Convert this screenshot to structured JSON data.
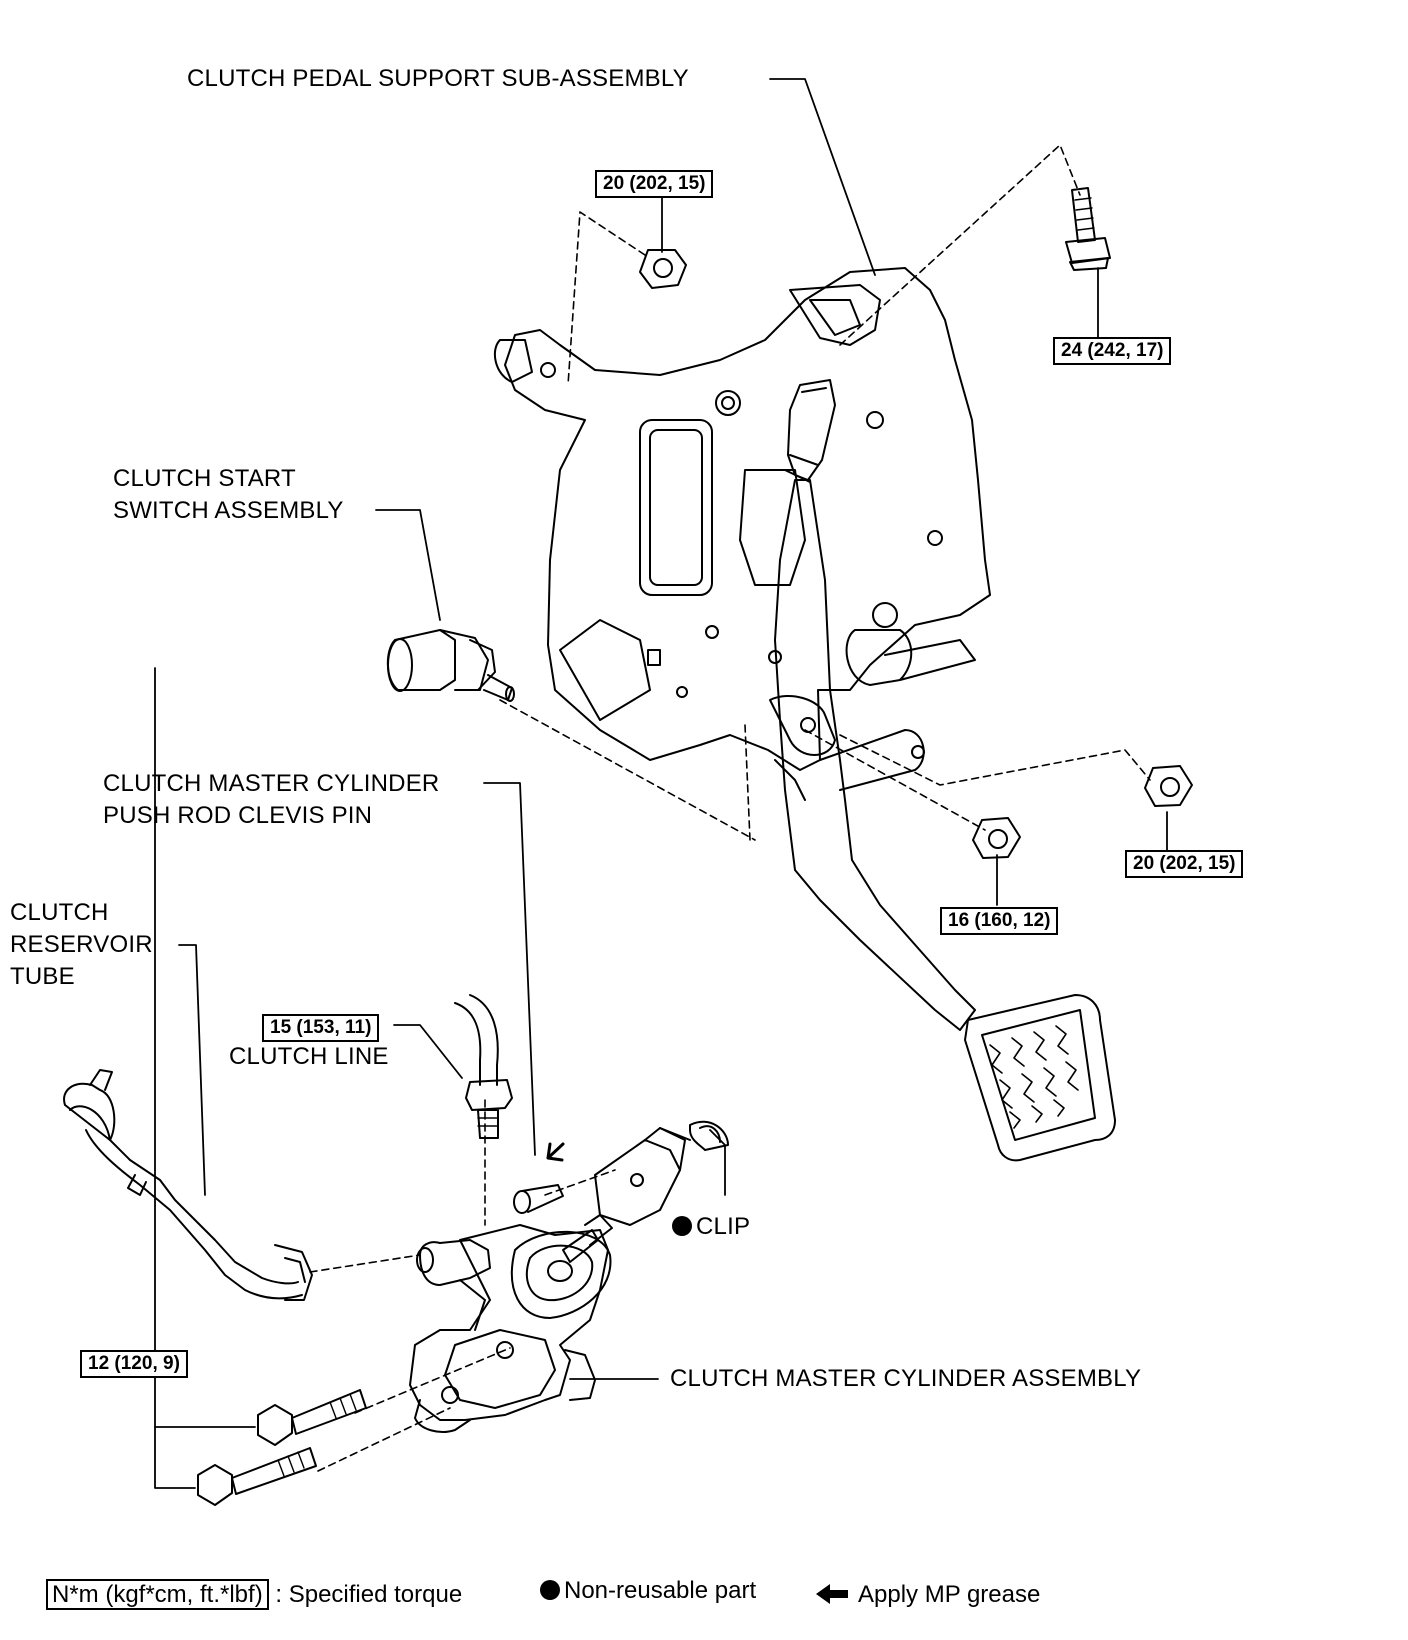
{
  "labels": {
    "pedal_support": "CLUTCH PEDAL SUPPORT SUB-ASSEMBLY",
    "start_switch": [
      "CLUTCH START",
      "SWITCH ASSEMBLY"
    ],
    "clevis_pin": [
      "CLUTCH MASTER CYLINDER",
      "PUSH ROD CLEVIS PIN"
    ],
    "reservoir_tube": [
      "CLUTCH",
      "RESERVOIR",
      "TUBE"
    ],
    "clutch_line": "CLUTCH LINE",
    "clip": "CLIP",
    "master_cylinder": "CLUTCH MASTER CYLINDER ASSEMBLY"
  },
  "torques": {
    "support_nut_top": "20 (202, 15)",
    "support_bolt": "24 (242, 17)",
    "right_nut": "20 (202, 15)",
    "lower_nut": "16 (160, 12)",
    "clutch_line": "15 (153, 11)",
    "cylinder_bolts": "12 (120, 9)"
  },
  "legend": {
    "torque_unit": "N*m (kgf*cm, ft.*lbf)",
    "torque_text": ": Specified torque",
    "nonreusable_text": "Non-reusable part",
    "grease_text": "Apply MP grease"
  }
}
